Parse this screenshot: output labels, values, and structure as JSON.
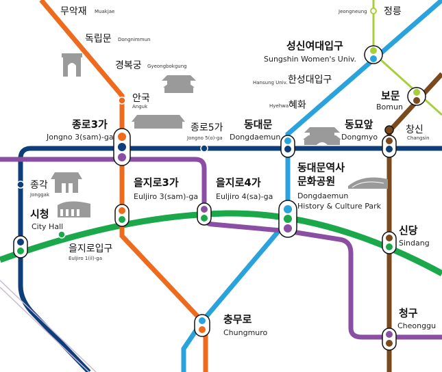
{
  "line_colors": {
    "line1": "#0d3e7a",
    "line2": "#1aa84a",
    "line3": "#ee6b1e",
    "line4": "#2aa3dc",
    "line5": "#8a4ea3",
    "line6": "#7a4a1e",
    "ui_sinseol": "#a8cf3a"
  },
  "stations": {
    "muakjae": {
      "ko": "무악재",
      "en": "Muakjae"
    },
    "dongnimmun": {
      "ko": "독립문",
      "en": "Dongnimmun"
    },
    "gyeongbokgung": {
      "ko": "경복궁",
      "en": "Gyeongbokgung"
    },
    "anguk": {
      "ko": "안국",
      "en": "Anguk"
    },
    "jongno3ga": {
      "ko": "종로3가",
      "en": "Jongno 3(sam)-ga"
    },
    "jongno5ga": {
      "ko": "종로5가",
      "en": "Jongno 5(o)-ga"
    },
    "jonggak": {
      "ko": "종각",
      "en": "Jonggak"
    },
    "cityhall": {
      "ko": "시청",
      "en": "City Hall"
    },
    "euljiro1ga": {
      "ko": "을지로입구",
      "en": "Euljiro 1(il)-ga"
    },
    "euljiro3ga": {
      "ko": "을지로3가",
      "en": "Euljiro 3(sam)-ga"
    },
    "euljiro4ga": {
      "ko": "을지로4가",
      "en": "Euljiro 4(sa)-ga"
    },
    "dongdaemun": {
      "ko": "동대문",
      "en": "Dongdaemun"
    },
    "ddp_ko1": "동대문역사",
    "ddp_ko2": "문화공원",
    "ddp_en1": "Dongdaemun",
    "ddp_en2": "History & Culture Park",
    "dongmyo": {
      "ko": "동묘앞",
      "en": "Dongmyo"
    },
    "sungshin": {
      "ko": "성신여대입구",
      "en": "Sungshin Women's Univ."
    },
    "hansung": {
      "ko": "한성대입구",
      "en": "Hansung Univ."
    },
    "hyehwa": {
      "ko": "혜화",
      "en": "Hyehwa"
    },
    "jeongneung": {
      "ko": "정릉",
      "en": "Jeongneung"
    },
    "bomun": {
      "ko": "보문",
      "en": "Bomun"
    },
    "changsin": {
      "ko": "창신",
      "en": "Changsin"
    },
    "sindang": {
      "ko": "신당",
      "en": "Sindang"
    },
    "chungmuro": {
      "ko": "충무로",
      "en": "Chungmuro"
    },
    "cheonggu": {
      "ko": "청구",
      "en": "Cheonggu"
    }
  }
}
